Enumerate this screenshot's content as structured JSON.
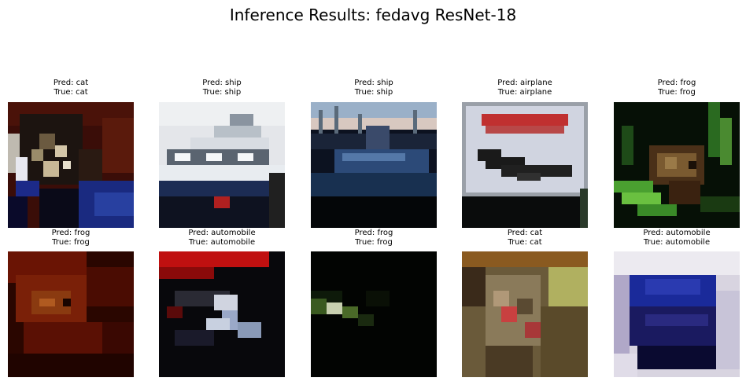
{
  "figure": {
    "title": "Inference Results: fedavg ResNet-18"
  },
  "chart_data": {
    "type": "image_grid",
    "title": "Inference Results: fedavg ResNet-18",
    "rows": 2,
    "cols": 5,
    "samples": [
      {
        "pred_label": "Pred: cat",
        "true_label": "True: cat",
        "pred": "cat",
        "true": "cat"
      },
      {
        "pred_label": "Pred: ship",
        "true_label": "True: ship",
        "pred": "ship",
        "true": "ship"
      },
      {
        "pred_label": "Pred: ship",
        "true_label": "True: ship",
        "pred": "ship",
        "true": "ship"
      },
      {
        "pred_label": "Pred: airplane",
        "true_label": "True: airplane",
        "pred": "airplane",
        "true": "airplane"
      },
      {
        "pred_label": "Pred: frog",
        "true_label": "True: frog",
        "pred": "frog",
        "true": "frog"
      },
      {
        "pred_label": "Pred: frog",
        "true_label": "True: frog",
        "pred": "frog",
        "true": "frog"
      },
      {
        "pred_label": "Pred: automobile",
        "true_label": "True: automobile",
        "pred": "automobile",
        "true": "automobile"
      },
      {
        "pred_label": "Pred: frog",
        "true_label": "True: frog",
        "pred": "frog",
        "true": "frog"
      },
      {
        "pred_label": "Pred: cat",
        "true_label": "True: cat",
        "pred": "cat",
        "true": "cat"
      },
      {
        "pred_label": "Pred: automobile",
        "true_label": "True: automobile",
        "pred": "automobile",
        "true": "automobile"
      }
    ]
  }
}
